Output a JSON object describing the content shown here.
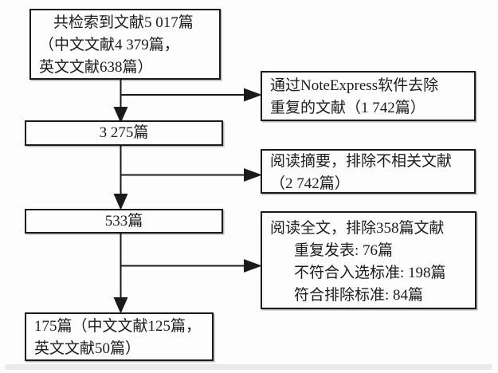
{
  "diagram_title": "literature-screening-flowchart",
  "colors": {
    "line": "#1a1a1a",
    "box_border": "#1a1a1a",
    "background": "#fdfdfd",
    "text": "#1c1c1c"
  },
  "boxes": {
    "total": {
      "lines": [
        "共检索到文献5 017篇",
        "（中文文献4 379篇，",
        "英文文献638篇）"
      ]
    },
    "after_dedup": {
      "lines": [
        "3 275篇"
      ]
    },
    "after_abstract": {
      "lines": [
        "533篇"
      ]
    },
    "final": {
      "lines": [
        "175篇（中文文献125篇，",
        "英文文献50篇）"
      ]
    },
    "dedup_note": {
      "lines": [
        "通过NoteExpress软件去除",
        "重复的文献（1 742篇）"
      ]
    },
    "abstract_note": {
      "lines": [
        "阅读摘要，排除不相关文献",
        "（2 742篇）"
      ]
    },
    "fulltext_note": {
      "lines": [
        "阅读全文，排除358篇文献",
        "重复发表: 76篇",
        "不符合入选标准: 198篇",
        "符合排除标准: 84篇"
      ]
    }
  }
}
